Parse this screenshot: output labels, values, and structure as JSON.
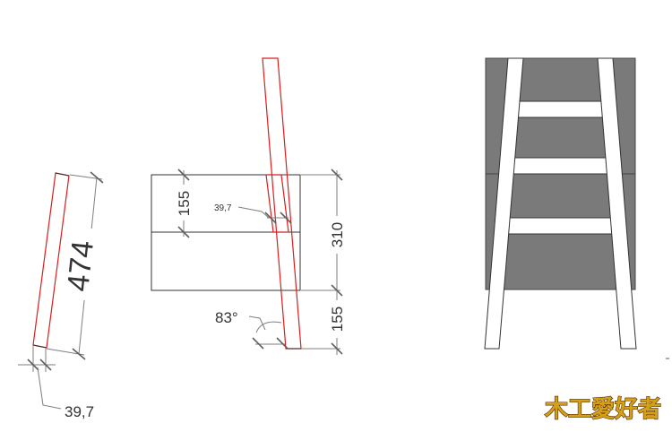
{
  "labels": {
    "leg_length": "474",
    "leg_width": "39,7",
    "center_offset": "39,7",
    "upper_height": "155",
    "total_height": "310",
    "lower_height": "155",
    "angle": "83°"
  },
  "logo": {
    "text": "木工愛好者"
  },
  "colors": {
    "red": "#d91e1e",
    "panel_gray": "#7a7a7a"
  }
}
